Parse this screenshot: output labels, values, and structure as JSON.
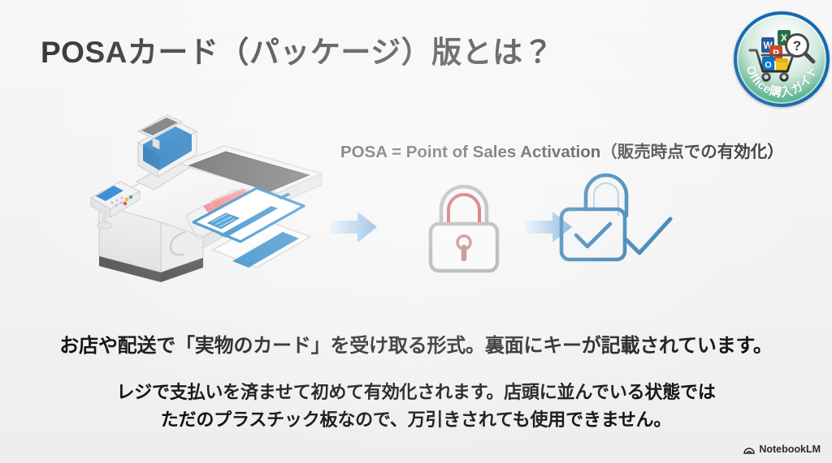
{
  "slide": {
    "background_color": "#f4f4f4",
    "title": "POSAカード（パッケージ）版とは？",
    "title_color": "#3a3a3a"
  },
  "badge": {
    "name": "office-purchase-guide-badge",
    "curved_text": "Office購入ガイド",
    "ring_color": "#1569b0",
    "fill_from": "#ffffff",
    "fill_to": "#2f9f78",
    "icons": [
      {
        "name": "word-icon",
        "letter": "W",
        "color": "#2b579a"
      },
      {
        "name": "excel-icon",
        "letter": "X",
        "color": "#217346"
      },
      {
        "name": "powerpoint-icon",
        "letter": "P",
        "color": "#d24726"
      },
      {
        "name": "outlook-icon",
        "letter": "O",
        "color": "#0072c6"
      },
      {
        "name": "magnifier-question-icon",
        "letter": "?",
        "color": "#3c3c3c"
      },
      {
        "name": "shopping-cart-icon",
        "letter": "",
        "color": "#2b2b2b"
      }
    ]
  },
  "definition": {
    "text": "POSA = Point of Sales Activation（販売時点での有効化）",
    "color": "#2f2f2f"
  },
  "illustration": {
    "pos_terminal": {
      "name": "pos-checkout-counter-illustration",
      "parts": [
        "customer-display",
        "cashier-monitor",
        "pin-pad",
        "scanner-bed",
        "counter-body",
        "scan-beam"
      ],
      "screen_color": "#1f7fd0",
      "beam_color": "#e8403a",
      "body_color": "#e9e9ea"
    },
    "cards": {
      "name": "posa-card-illustration",
      "card_color": "#ffffff",
      "accent_color": "#1b7fc4",
      "chip_color": "#1e84cc"
    }
  },
  "flow": {
    "arrow_color_from": "#d8e9f7",
    "arrow_color_to": "#5b9bd5",
    "steps": [
      {
        "name": "step-locked",
        "label": "locked-padlock-icon",
        "stroke": "#8d8d8d",
        "accent": "#c0272d"
      },
      {
        "name": "step-arrow-1",
        "label": "arrow-right-icon"
      },
      {
        "name": "step-unlocked",
        "label": "unlocked-padlock-check-icon",
        "stroke": "#1b6ea8"
      },
      {
        "name": "step-arrow-2",
        "label": "arrow-right-icon"
      }
    ]
  },
  "captions": {
    "line1": "お店や配送で「実物のカード」を受け取る形式。裏面にキーが記載されています。",
    "line2": "レジで支払いを済ませて初めて有効化されます。店頭に並んでいる状態では",
    "line3": "ただのプラスチック板なので、万引きされても使用できません。",
    "color": "#111111"
  },
  "watermark": {
    "label": "NotebookLM",
    "icon": "notebooklm-icon"
  }
}
